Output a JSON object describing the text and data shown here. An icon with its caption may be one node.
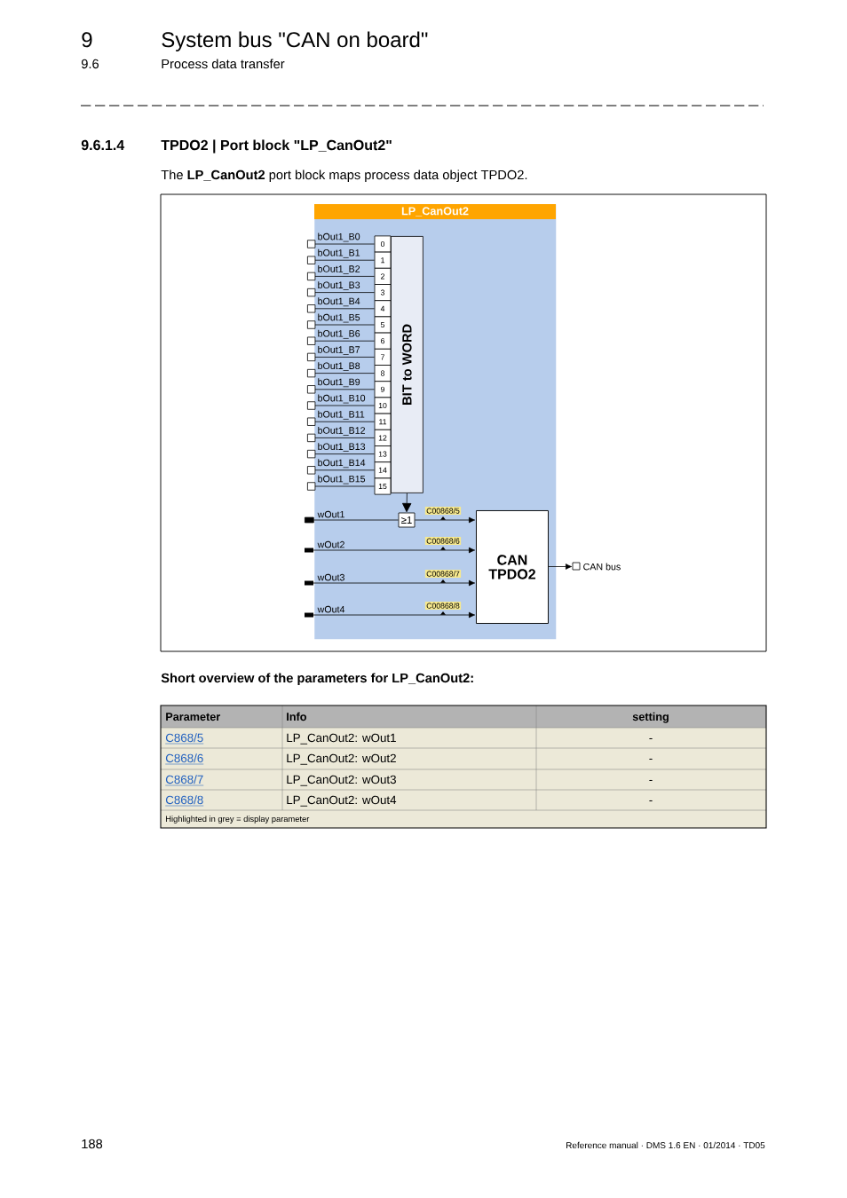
{
  "diagram": {
    "nodes": [
      {
        "text": [
          "LP_CanOut2"
        ]
      },
      {
        "text": [
          "BIT to WORD"
        ],
        "in": 0
      },
      {
        "text": [
          "0"
        ],
        "in": 0
      },
      {
        "text": [
          "1"
        ],
        "in": 0
      },
      {
        "text": [
          "2"
        ],
        "in": 0
      },
      {
        "text": [
          "3"
        ],
        "in": 0
      },
      {
        "text": [
          "4"
        ],
        "in": 0
      },
      {
        "text": [
          "5"
        ],
        "in": 0
      },
      {
        "text": [
          "6"
        ],
        "in": 0
      },
      {
        "text": [
          "7"
        ],
        "in": 0
      },
      {
        "text": [
          "8"
        ],
        "in": 0
      },
      {
        "text": [
          "9"
        ],
        "in": 0
      },
      {
        "text": [
          "10"
        ],
        "in": 0
      },
      {
        "text": [
          "11"
        ],
        "in": 0
      },
      {
        "text": [
          "12"
        ],
        "in": 0
      },
      {
        "text": [
          "13"
        ],
        "in": 0
      },
      {
        "text": [
          "14"
        ],
        "in": 0
      },
      {
        "text": [
          "15"
        ],
        "in": 0
      },
      {
        "text": [
          "bOut1_B0"
        ],
        "in": 0
      },
      {
        "text": [
          "bOut1_B1"
        ],
        "in": 0
      },
      {
        "text": [
          "bOut1_B2"
        ],
        "in": 0
      },
      {
        "text": [
          "bOut1_B3"
        ],
        "in": 0
      },
      {
        "text": [
          "bOut1_B4"
        ],
        "in": 0
      },
      {
        "text": [
          "bOut1_B5"
        ],
        "in": 0
      },
      {
        "text": [
          "bOut1_B6"
        ],
        "in": 0
      },
      {
        "text": [
          "bOut1_B7"
        ],
        "in": 0
      },
      {
        "text": [
          "bOut1_B8"
        ],
        "in": 0
      },
      {
        "text": [
          "bOut1_B9"
        ],
        "in": 0
      },
      {
        "text": [
          "bOut1_B10"
        ],
        "in": 0
      },
      {
        "text": [
          "bOut1_B11"
        ],
        "in": 0
      },
      {
        "text": [
          "bOut1_B12"
        ],
        "in": 0
      },
      {
        "text": [
          "bOut1_B13"
        ],
        "in": 0
      },
      {
        "text": [
          "bOut1_B14"
        ],
        "in": 0
      },
      {
        "text": [
          "bOut1_B15"
        ],
        "in": 0
      },
      {
        "text": [
          "≥1"
        ],
        "in": 0
      },
      {
        "text": [
          "wOut1"
        ],
        "in": 0
      },
      {
        "text": [
          "wOut2"
        ],
        "in": 0
      },
      {
        "text": [
          "wOut3"
        ],
        "in": 0
      },
      {
        "text": [
          "wOut4"
        ],
        "in": 0
      },
      {
        "text": [
          "CAN TPDO2"
        ],
        "in": 0
      },
      {
        "text": [
          "CAN bus"
        ]
      }
    ],
    "edges": [
      {
        "from": 18,
        "to": 2,
        "arrow": "other"
      },
      {
        "from": 19,
        "to": 3,
        "arrow": "other"
      },
      {
        "from": 20,
        "to": 4,
        "arrow": "other"
      },
      {
        "from": 21,
        "to": 5,
        "arrow": "other"
      },
      {
        "from": 22,
        "to": 6,
        "arrow": "other"
      },
      {
        "from": 23,
        "to": 7,
        "arrow": "other"
      },
      {
        "from": 24,
        "to": 8,
        "arrow": "other"
      },
      {
        "from": 25,
        "to": 9,
        "arrow": "other"
      },
      {
        "from": 26,
        "to": 10,
        "arrow": "other"
      },
      {
        "from": 27,
        "to": 11,
        "arrow": "other"
      },
      {
        "from": 28,
        "to": 12,
        "arrow": "other"
      },
      {
        "from": 29,
        "to": 13,
        "arrow": "other"
      },
      {
        "from": 30,
        "to": 14,
        "arrow": "other"
      },
      {
        "from": 31,
        "to": 15,
        "arrow": "other"
      },
      {
        "from": 32,
        "to": 16,
        "arrow": "other"
      },
      {
        "from": 33,
        "to": 17,
        "arrow": "other"
      },
      {
        "from": 1,
        "to": 34,
        "arrow": "to"
      },
      {
        "from": 35,
        "to": 34,
        "arrow": "other"
      },
      {
        "from": 34,
        "to": 39,
        "arrow": "to",
        "label": "C00868/5"
      },
      {
        "from": 36,
        "to": 39,
        "arrow": "to",
        "label": "C00868/6"
      },
      {
        "from": 37,
        "to": 39,
        "arrow": "to",
        "label": "C00868/7"
      },
      {
        "from": 38,
        "to": 39,
        "arrow": "to",
        "label": "C00868/8"
      },
      {
        "from": 39,
        "to": 40,
        "arrow": "to"
      }
    ],
    "labels": [
      "9",
      "System bus \"CAN on board\"",
      "9.6",
      "Process data transfer",
      "9.6.1.4",
      "TPDO2 | Port block \"LP_CanOut2\"",
      "The **LP_CanOut2** port block maps process data object TPDO2.",
      "Short overview of the parameters for LP_CanOut2:",
      "Parameter",
      "Info",
      "setting",
      "C868/5",
      "LP_CanOut2: wOut1",
      "-",
      "C868/6",
      "LP_CanOut2: wOut2",
      "-",
      "C868/7",
      "LP_CanOut2: wOut3",
      "-",
      "C868/8",
      "LP_CanOut2: wOut4",
      "-",
      "Highlighted in grey = display parameter",
      "188",
      "Reference manual · DMS 1.6 EN · 01/2014 · TD05"
    ]
  }
}
